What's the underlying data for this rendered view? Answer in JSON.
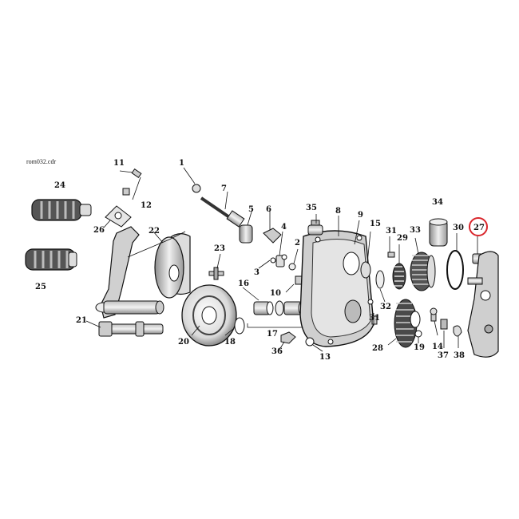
{
  "file_name": "rom032.cdr",
  "highlighted_part": "27",
  "highlight_color": "#d9252b",
  "part_numbers": [
    "1",
    "2",
    "3",
    "4",
    "5",
    "6",
    "7",
    "8",
    "9",
    "10",
    "11",
    "12",
    "13",
    "14",
    "15",
    "16",
    "17",
    "18",
    "19",
    "20",
    "21",
    "22",
    "23",
    "24",
    "25",
    "26",
    "27",
    "28",
    "29",
    "30",
    "31",
    "31",
    "32",
    "33",
    "34",
    "35",
    "36",
    "37",
    "38"
  ],
  "parts": [
    {
      "id": "footpeg-rubber-upper",
      "number": "24"
    },
    {
      "id": "footpeg-rubber-lower",
      "number": "25"
    },
    {
      "id": "kicker-pedal-bolt",
      "number": "11"
    },
    {
      "id": "kicker-pedal-nut",
      "number": "12"
    },
    {
      "id": "kicker-pedal-lever",
      "number": "26"
    },
    {
      "id": "kicker-crank-arm",
      "number": "22"
    },
    {
      "id": "kicker-shaft",
      "number": "21"
    },
    {
      "id": "kicker-cover-plate",
      "number": "22"
    },
    {
      "id": "kick-spring-drum",
      "number": "20"
    },
    {
      "id": "thrust-washer",
      "number": "18"
    },
    {
      "id": "bushing-pair",
      "number": "17"
    },
    {
      "id": "cover-screw",
      "number": "23"
    },
    {
      "id": "bushing-ring",
      "number": "16"
    },
    {
      "id": "shift-shaft",
      "number": "7"
    },
    {
      "id": "lock-washer",
      "number": "1"
    },
    {
      "id": "shift-lever",
      "number": "5"
    },
    {
      "id": "shift-fork",
      "number": "6"
    },
    {
      "id": "pin",
      "number": "4"
    },
    {
      "id": "spring-clip",
      "number": "2"
    },
    {
      "id": "washer-small",
      "number": "3"
    },
    {
      "id": "plug",
      "number": "10"
    },
    {
      "id": "transmission-cover",
      "number": "8"
    },
    {
      "id": "cover-gasket",
      "number": "9"
    },
    {
      "id": "filler-plug",
      "number": "35"
    },
    {
      "id": "oil-seal",
      "number": "15"
    },
    {
      "id": "stud",
      "number": "31"
    },
    {
      "id": "starter-gear",
      "number": "29"
    },
    {
      "id": "clutch-gear",
      "number": "33"
    },
    {
      "id": "bearing",
      "number": "34"
    },
    {
      "id": "snap-ring",
      "number": "30"
    },
    {
      "id": "mainshaft-bushing",
      "number": "27"
    },
    {
      "id": "drive-gear",
      "number": "28"
    },
    {
      "id": "spacer",
      "number": "32"
    },
    {
      "id": "washer",
      "number": "19"
    },
    {
      "id": "bolt",
      "number": "14"
    },
    {
      "id": "dowel-pin",
      "number": "37"
    },
    {
      "id": "retainer",
      "number": "38"
    },
    {
      "id": "nut",
      "number": "36"
    },
    {
      "id": "gasket-washer",
      "number": "13"
    }
  ]
}
